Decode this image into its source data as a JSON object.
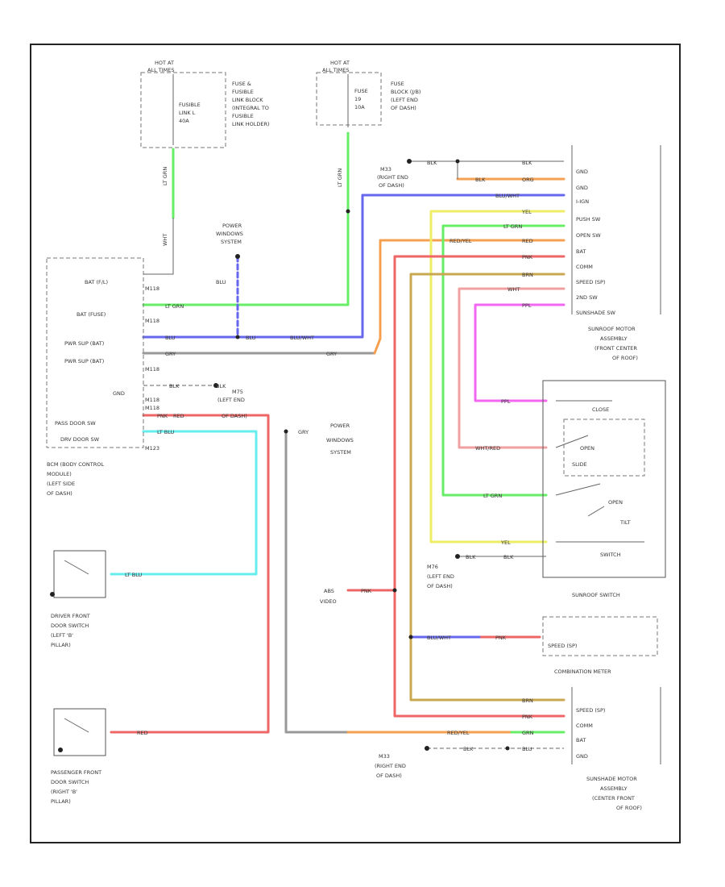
{
  "diagram_code": "",
  "colors": {
    "lt_grn": "#66ee66",
    "blu": "#6666ee",
    "red": "#ee6666",
    "lt_blu": "#66eeee",
    "yel": "#eeee66",
    "org": "#f5a050",
    "brn": "#c8a850",
    "ppl": "#f266f2",
    "wht_red": "#f0a0a0",
    "gry": "#999999",
    "blk": "#333333"
  },
  "labels": {
    "hot_at_all_times_1": "HOT AT",
    "hot_at_all_times_2": "ALL TIMES",
    "hot_at_all_times_3": "HOT AT",
    "hot_at_all_times_4": "ALL TIMES",
    "fusible_link_1": "FUSIBLE",
    "fusible_link_2": "LINK L",
    "fusible_link_3": "40A",
    "fuse_block_link_1": "FUSE &",
    "fuse_block_link_2": "FUSIBLE",
    "fuse_block_link_3": "LINK BLOCK",
    "fuse_block_link_4": "(INTEGRAL TO",
    "fuse_block_link_5": "FUSIBLE",
    "fuse_block_link_6": "LINK HOLDER)",
    "fuse_1": "FUSE",
    "fuse_2": "19",
    "fuse_3": "10A",
    "fuse_block_1": "FUSE",
    "fuse_block_2": "BLOCK (J/B)",
    "fuse_block_3": "(LEFT END",
    "fuse_block_4": "OF DASH)",
    "power_windows_1": "POWER",
    "power_windows_2": "WINDOWS",
    "power_windows_3": "SYSTEM",
    "power_windows_4": "POWER",
    "power_windows_5": "WINDOWS",
    "power_windows_6": "SYSTEM",
    "m33_1": "M33",
    "m33_2": "(RIGHT END",
    "m33_3": "OF DASH)",
    "m76_1": "M76",
    "m76_2": "(LEFT END",
    "m76_3": "OF DASH)",
    "m75_1": "M75",
    "m75_2": "(LEFT END",
    "m75_3": "OF DASH)",
    "m33b_1": "M33",
    "m33b_2": "(RIGHT END",
    "m33b_3": "OF DASH)",
    "bcm_1": "BCM (BODY CONTROL",
    "bcm_2": "MODULE)",
    "bcm_3": "(LEFT SIDE",
    "bcm_4": "OF DASH)",
    "bcm_pin_bat_fl": "BAT (F/L)",
    "bcm_pin_bat_fuse": "BAT (FUSE)",
    "bcm_pin_pwr_sup_bat1": "PWR SUP (BAT)",
    "bcm_pin_pwr_sup_bat2": "PWR SUP (BAT)",
    "bcm_pin_gnd": "GND",
    "bcm_pin_pass_door": "PASS DOOR SW",
    "bcm_pin_drv_door": "DRV DOOR SW",
    "bcm_conn_1": "M118",
    "bcm_conn_2": "M118",
    "bcm_conn_3": "M118",
    "bcm_conn_4": "M118",
    "bcm_conn_5": "M118",
    "bcm_conn_6": "M123",
    "sunroof_motor_1": "SUNROOF MOTOR",
    "sunroof_motor_2": "ASSEMBLY",
    "sunroof_motor_3": "(FRONT CENTER",
    "sunroof_motor_4": "OF ROOF)",
    "sm_pin_gnd1": "GND",
    "sm_pin_gnd2": "GND",
    "sm_pin_ign": "I-IGN",
    "sm_pin_push": "PUSH SW",
    "sm_pin_open": "OPEN SW",
    "sm_pin_bat": "BAT",
    "sm_pin_comm": "COMM",
    "sm_pin_speed": "SPEED (SP)",
    "sm_pin_2nd": "2ND SW",
    "sm_pin_remote": "SUNSHADE SW",
    "sunroof_switch": "SUNROOF SWITCH",
    "sw_close": "CLOSE",
    "sw_open1": "OPEN",
    "sw_open2": "OPEN",
    "sw_tilt": "TILT",
    "sw_switch": "SWITCH",
    "sw_slide": "SLIDE",
    "combination_meter": "COMBINATION METER",
    "cm_speed": "SPEED (SP)",
    "sunshade_1": "SUNSHADE MOTOR",
    "sunshade_2": "ASSEMBLY",
    "sunshade_3": "(CENTER FRONT",
    "sunshade_4": "OF ROOF)",
    "ss_pin_speed": "SPEED (SP)",
    "ss_pin_comm": "COMM",
    "ss_pin_bat": "BAT",
    "ss_pin_gnd": "GND",
    "drv_door_1": "DRIVER FRONT",
    "drv_door_2": "DOOR SWITCH",
    "drv_door_3": "(LEFT 'B'",
    "drv_door_4": "PILLAR)",
    "pass_door_1": "PASSENGER FRONT",
    "pass_door_2": "DOOR SWITCH",
    "pass_door_3": "(RIGHT 'B'",
    "pass_door_4": "PILLAR)",
    "abs_video_1": "ABS",
    "abs_video_2": "VIDEO",
    "w_lt_grn_1": "LT GRN",
    "w_lt_grn_2": "LT GRN",
    "w_wht": "WHT",
    "w_blu_1": "BLU",
    "w_blu_2": "BLU",
    "w_blu_3": "BLU",
    "w_blu_wht_1": "BLU/WHT",
    "w_blu_wht_2": "BLU/WHT",
    "w_gry_1": "GRY",
    "w_gry_2": "GRY",
    "w_gry_3": "GRY",
    "w_lt_grn_3": "LT GRN",
    "w_blk_1": "BLK",
    "w_blk_2": "BLK",
    "w_blk_3": "BLK",
    "w_blk_4": "BLK",
    "w_blk_5": "BLK",
    "w_blk_6": "BLK",
    "w_blk_7": "BLK",
    "w_org": "ORG",
    "w_yel": "YEL",
    "w_lt_grn_4": "LT GRN",
    "w_red_yel_1": "RED/YEL",
    "w_red_1": "RED",
    "w_pnk_1": "PNK",
    "w_brn_1": "BRN",
    "w_wht_2": "WHT",
    "w_ppl_1": "PPL",
    "w_ppl_2": "PPL",
    "w_wht_red": "WHT/RED",
    "w_lt_grn_5": "LT GRN",
    "w_yel_2": "YEL",
    "w_pnk_red": "PNK",
    "w_red_2": "RED",
    "w_lt_blu_1": "LT BLU",
    "w_lt_blu_2": "LT BLU",
    "w_red_3": "RED",
    "w_pnk_2": "PNK",
    "w_blu_wht_3": "BLU/WHT",
    "w_pnk_3": "PNK",
    "w_brn_2": "BRN",
    "w_pnk_4": "PNK",
    "w_red_yel_2": "RED/YEL",
    "w_grn": "GRN",
    "w_blu_4": "BLU"
  }
}
